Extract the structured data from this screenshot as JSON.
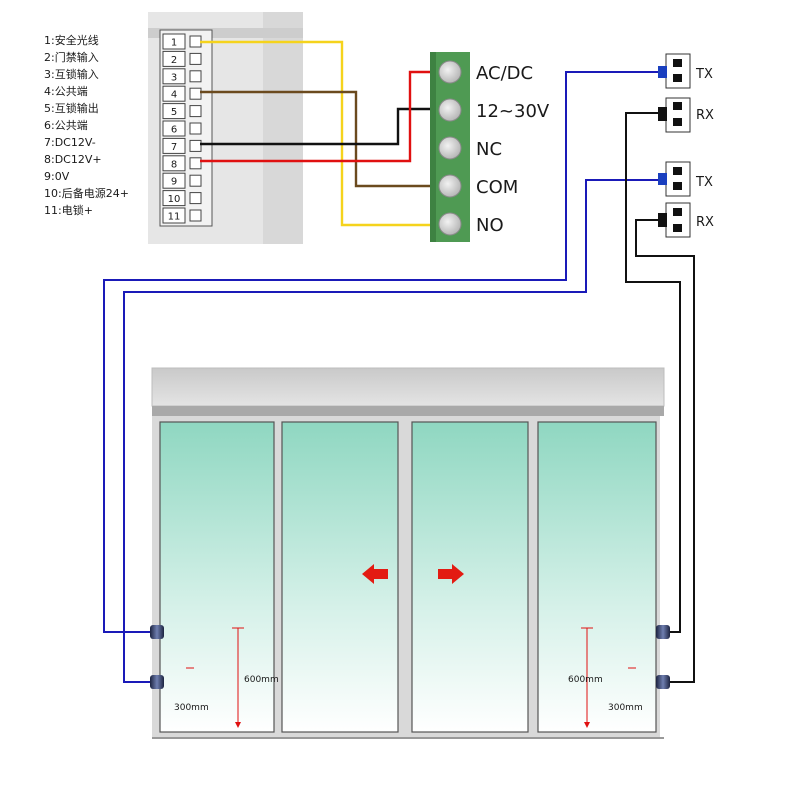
{
  "pin_legend": [
    "1:安全光线",
    "2:门禁输入",
    "3:互锁输入",
    "4:公共端",
    "5:互锁输出",
    "6:公共端",
    "7:DC12V-",
    "8:DC12V+",
    "9:0V",
    "10:后备电源24+",
    "11:电锁+"
  ],
  "pin_numbers": [
    "1",
    "2",
    "3",
    "4",
    "5",
    "6",
    "7",
    "8",
    "9",
    "10",
    "11"
  ],
  "terminal_labels": [
    "AC/DC",
    "12~30V",
    "NC",
    "COM",
    "NO"
  ],
  "sensors": {
    "top_tx": "TX",
    "top_rx": "RX",
    "bottom_tx": "TX",
    "bottom_rx": "RX"
  },
  "dimensions": {
    "left_height": "600mm",
    "left_offset": "300mm",
    "right_height": "600mm",
    "right_offset": "300mm"
  },
  "colors": {
    "yellow_wire": "#f5d31c",
    "brown_wire": "#6b4a1e",
    "black_wire": "#111111",
    "red_wire": "#e01010",
    "blue_wire": "#1a1ab8",
    "terminal_green": "#4f9a53",
    "glass_top": "#8ed6c0",
    "arrow_red": "#e31b12"
  }
}
